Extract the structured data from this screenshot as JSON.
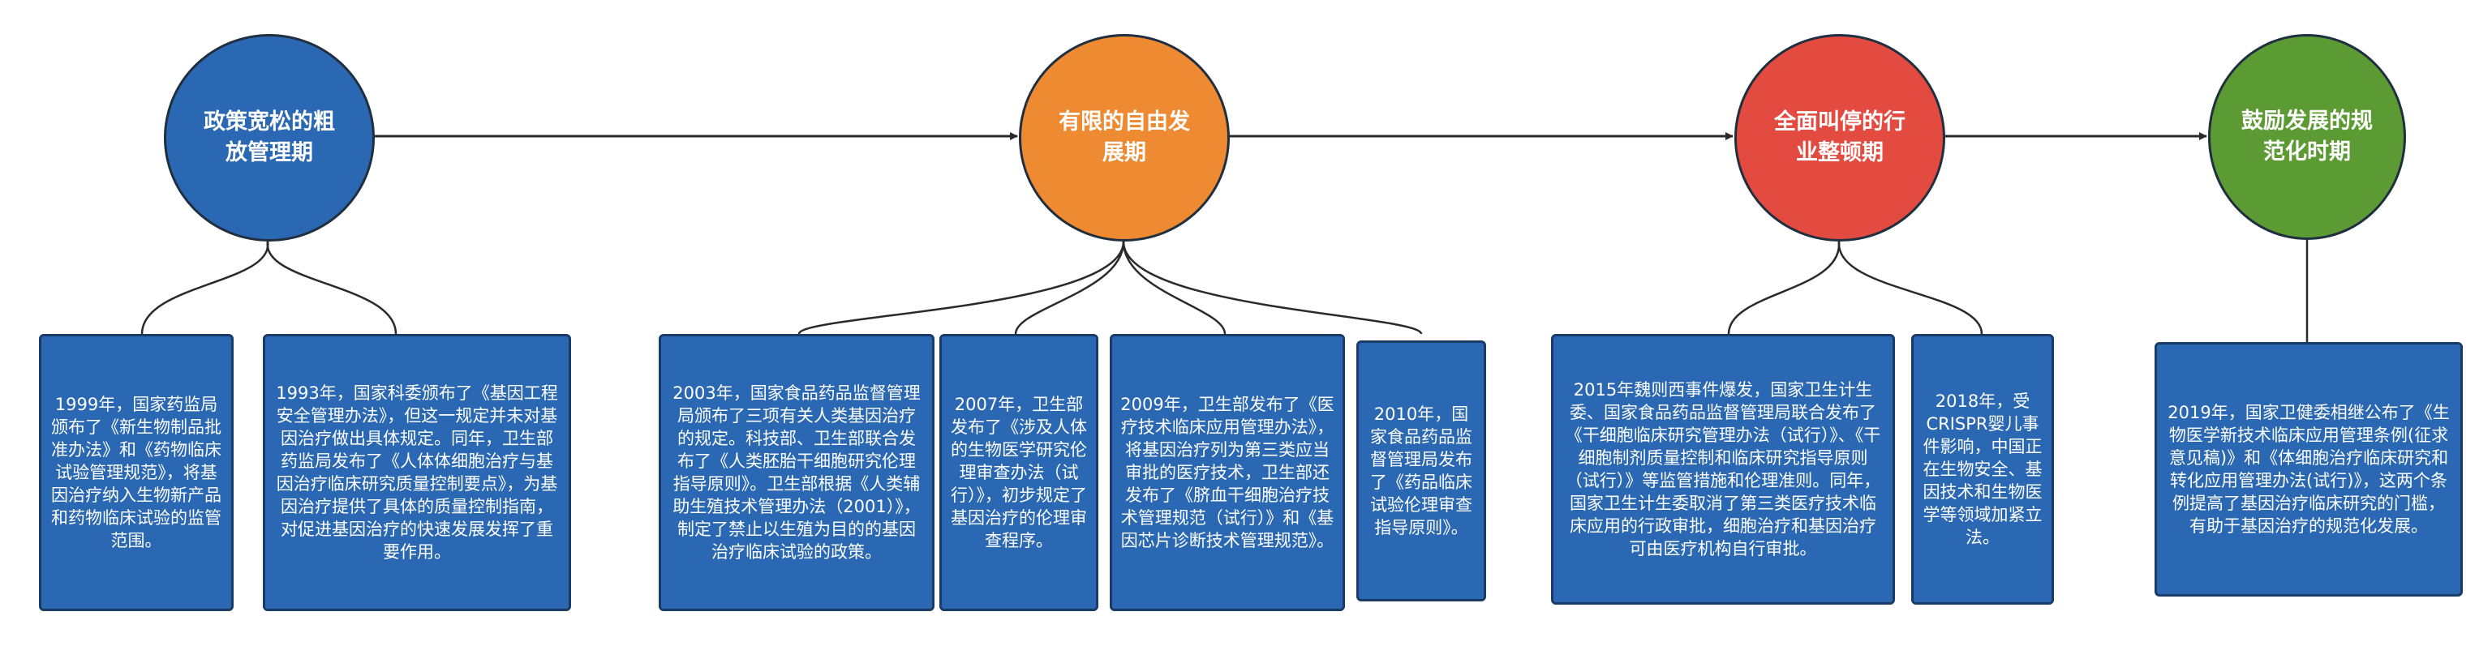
{
  "colors": {
    "phase1": "#2b68b3",
    "phase2": "#ee8a32",
    "phase3": "#e34a40",
    "phase4": "#5c9a33",
    "box_fill": "#2b68b3",
    "line": "#2a2a2a"
  },
  "phases": [
    {
      "label": "政策宽松的粗放管理期"
    },
    {
      "label": "有限的自由发展期"
    },
    {
      "label": "全面叫停的行业整顿期"
    },
    {
      "label": "鼓励发展的规范化时期"
    }
  ],
  "events": [
    {
      "text": "1999年，国家药监局颁布了《新生物制品批准办法》和《药物临床试验管理规范》，将基因治疗纳入生物新产品和药物临床试验的监管范围。"
    },
    {
      "text": "1993年，国家科委颁布了《基因工程安全管理办法》，但这一规定并未对基因治疗做出具体规定。同年，卫生部药监局发布了《人体体细胞治疗与基因治疗临床研究质量控制要点》，为基因治疗提供了具体的质量控制指南，对促进基因治疗的快速发展发挥了重要作用。"
    },
    {
      "text": "2003年，国家食品药品监督管理局颁布了三项有关人类基因治疗的规定。科技部、卫生部联合发布了《人类胚胎干细胞研究伦理指导原则》。卫生部根据《人类辅助生殖技术管理办法（2001）》，制定了禁止以生殖为目的的基因治疗临床试验的政策。"
    },
    {
      "text": "2007年，卫生部发布了《涉及人体的生物医学研究伦理审查办法（试行）》，初步规定了基因治疗的伦理审查程序。"
    },
    {
      "text": "2009年，卫生部发布了《医疗技术临床应用管理办法》，将基因治疗列为第三类应当审批的医疗技术，卫生部还发布了《脐血干细胞治疗技术管理规范（试行）》和《基因芯片诊断技术管理规范》。"
    },
    {
      "text": "2010年，国家食品药品监督管理局发布了《药品临床试验伦理审查指导原则》。"
    },
    {
      "text": "2015年魏则西事件爆发，国家卫生计生委、国家食品药品监督管理局联合发布了《干细胞临床研究管理办法（试行）》、《干细胞制剂质量控制和临床研究指导原则（试行）》等监管措施和伦理准则。同年，国家卫生计生委取消了第三类医疗技术临床应用的行政审批，细胞治疗和基因治疗可由医疗机构自行审批。"
    },
    {
      "text": "2018年，受CRISPR婴儿事件影响，中国正在生物安全、基因技术和生物医学等领域加紧立法。"
    },
    {
      "text": "2019年，国家卫健委相继公布了《生物医学新技术临床应用管理条例(征求意见稿)》和《体细胞治疗临床研究和转化应用管理办法(试行)》，这两个条例提高了基因治疗临床研究的门槛，有助于基因治疗的规范化发展。"
    }
  ]
}
